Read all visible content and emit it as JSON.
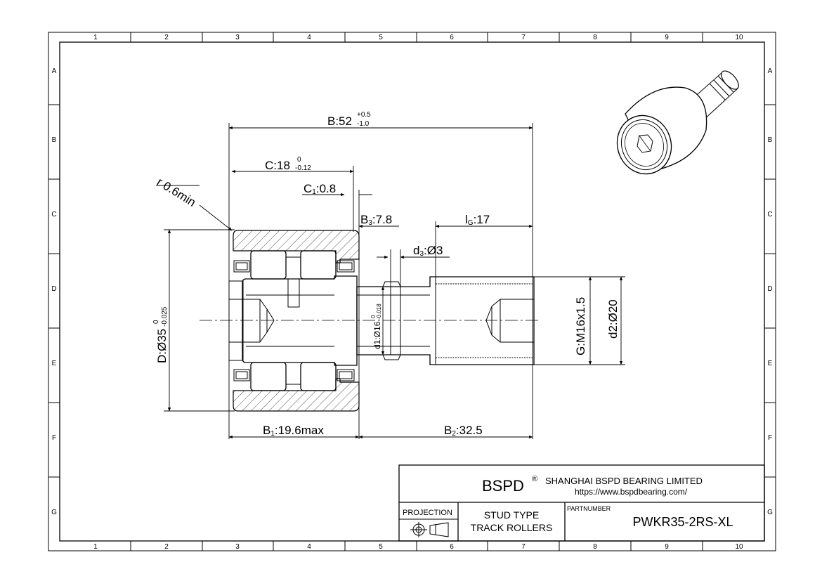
{
  "grid": {
    "columns": [
      "1",
      "2",
      "3",
      "4",
      "5",
      "6",
      "7",
      "8",
      "9",
      "10"
    ],
    "rows": [
      "A",
      "B",
      "C",
      "D",
      "E",
      "F",
      "G"
    ]
  },
  "dimensions": {
    "B_main": "B:52",
    "B_tol_upper": "+0.5",
    "B_tol_lower": "-1.0",
    "C_main": "C:18",
    "C_tol_upper": "0",
    "C_tol_lower": "-0.12",
    "C1_prefix": "C",
    "C1_sub": "1",
    "C1_value": ":0.8",
    "r": "r 0.6min",
    "B3_prefix": "B",
    "B3_sub": "3",
    "B3_value": ":7.8",
    "lG_prefix": "l",
    "lG_sub": "G",
    "lG_value": ":17",
    "d3_prefix": "d",
    "d3_sub": "3",
    "d3_value": ":Ø3",
    "D_main": "D:Ø35",
    "D_tol_upper": "0",
    "D_tol_lower": "-0.025",
    "d1_main": "d1:Ø16",
    "d1_tol_upper": "0",
    "d1_tol_lower": "-0.018",
    "G": "G:M16x1.5",
    "d2": "d2:Ø20",
    "B1_prefix": "B",
    "B1_sub": "1",
    "B1_value": ":19.6max",
    "B2_prefix": "B",
    "B2_sub": "2",
    "B2_value": ":32.5"
  },
  "title_block": {
    "brand": "BSPD",
    "registered": "®",
    "company": "SHANGHAI BSPD BEARING LIMITED",
    "url": "https://www.bspdbearing.com/",
    "projection_label": "PROJECTION",
    "description_line1": "STUD TYPE",
    "description_line2": "TRACK ROLLERS",
    "partnumber_label": "PARTNUMBER",
    "partnumber": "PWKR35-2RS-XL"
  }
}
